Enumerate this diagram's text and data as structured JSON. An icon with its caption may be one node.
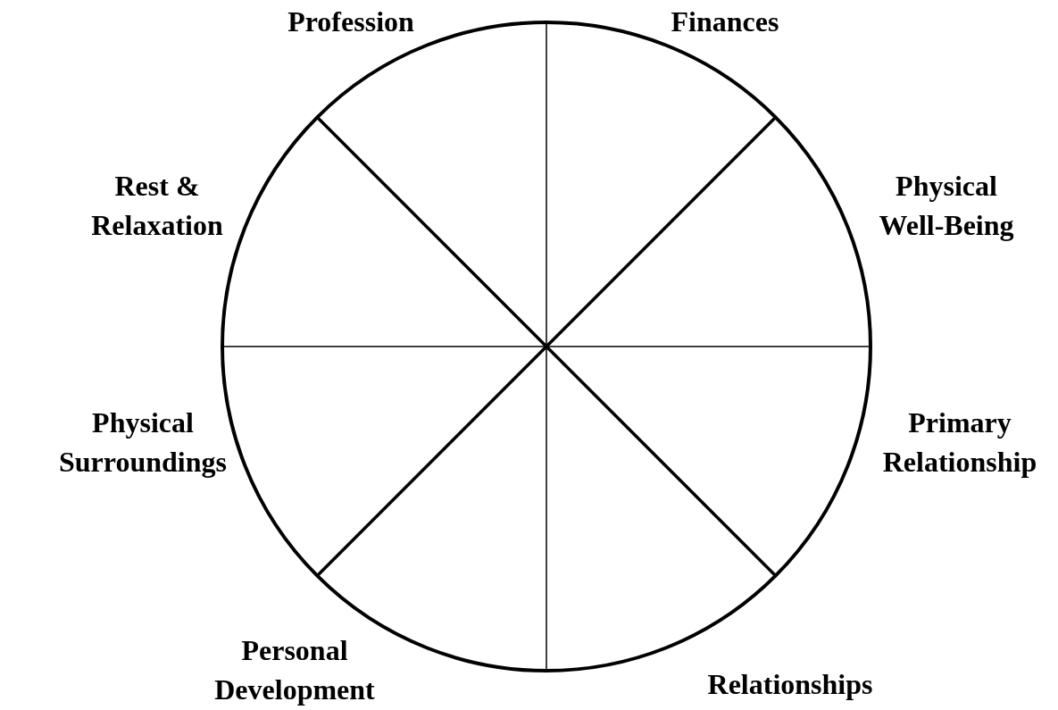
{
  "diagram": {
    "labels": [
      "Profession",
      "Finances",
      "Rest & Relaxation",
      "Physical Well-Being",
      "Physical Surroundings",
      "Primary Relationship",
      "Personal Development",
      "Relationships"
    ]
  }
}
